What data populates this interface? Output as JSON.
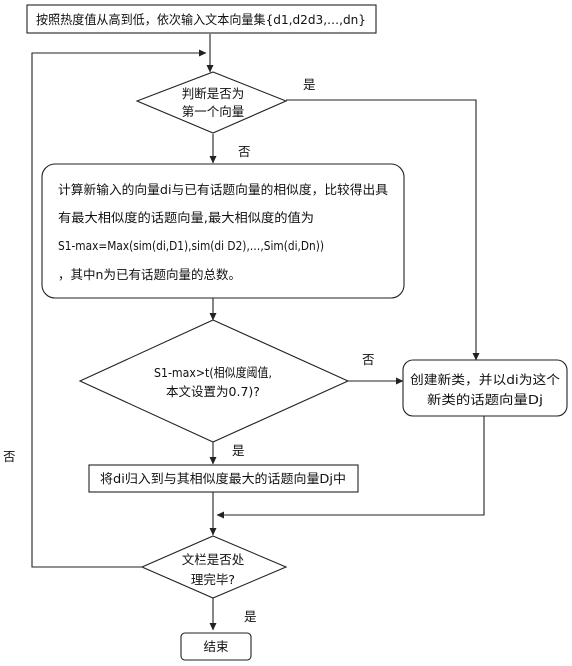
{
  "start_box": {
    "text": "按照热度值从高到低，依次输入文本向量集{d1,d2d3,…,dn}"
  },
  "decision_first": {
    "line1": "判断是否为",
    "line2": "第一个向量"
  },
  "compute_box": {
    "line1": "计算新输入的向量di与已有话题向量的相似度，比较得出具",
    "line2": "有最大相似度的话题向量,最大相似度的值为",
    "line3": "S1-max=Max(sim(di,D1),sim(di D2),…,Sim(di,Dn))",
    "line4": "，其中n为已有话题向量的总数。"
  },
  "decision_threshold": {
    "line1": "S1-max>t(相似度阈值,",
    "line2": "本文设置为0.7)?"
  },
  "create_box": {
    "line1": "创建新类，并以di为这个",
    "line2": "新类的话题向量Dj"
  },
  "assign_box": {
    "text": "将di归入到与其相似度最大的话题向量Dj中"
  },
  "decision_done": {
    "line1": "文栏是否处",
    "line2": "理完毕?"
  },
  "end_box": {
    "text": "结束"
  },
  "labels": {
    "yes_first": "是",
    "no_first": "否",
    "no_threshold": "否",
    "yes_threshold": "是",
    "no_done": "否",
    "yes_done": "是"
  }
}
